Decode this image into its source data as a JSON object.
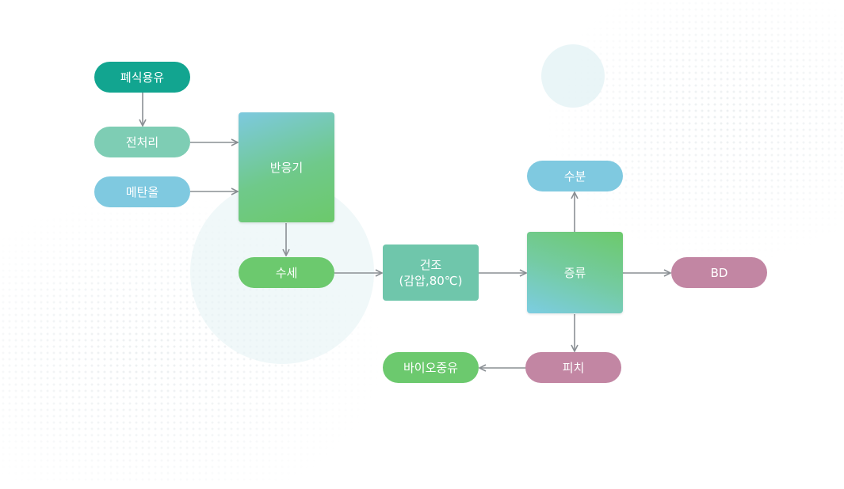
{
  "diagram": {
    "nodes": {
      "waste_oil": "폐식용유",
      "pretreatment": "전처리",
      "methanol": "메탄올",
      "reactor": "반응기",
      "washing": "수세",
      "drying_line1": "건조",
      "drying_line2": "(감압,80℃)",
      "water": "수분",
      "distillation": "증류",
      "bd": "BD",
      "pitch": "피치",
      "bio_heavy_oil": "바이오중유"
    },
    "edges": [
      [
        "waste_oil",
        "pretreatment"
      ],
      [
        "pretreatment",
        "reactor"
      ],
      [
        "methanol",
        "reactor"
      ],
      [
        "reactor",
        "washing"
      ],
      [
        "washing",
        "drying"
      ],
      [
        "drying",
        "distillation"
      ],
      [
        "distillation",
        "water"
      ],
      [
        "distillation",
        "bd"
      ],
      [
        "distillation",
        "pitch"
      ],
      [
        "pitch",
        "bio_heavy_oil"
      ]
    ],
    "colors": {
      "source": "#12a590",
      "input_light": "#7ecdb4",
      "input_blue": "#7fc9e0",
      "green": "#6cc96e",
      "mint": "#6fc6ab",
      "output_plum": "#c286a3",
      "arrow": "#8a8f94"
    }
  }
}
